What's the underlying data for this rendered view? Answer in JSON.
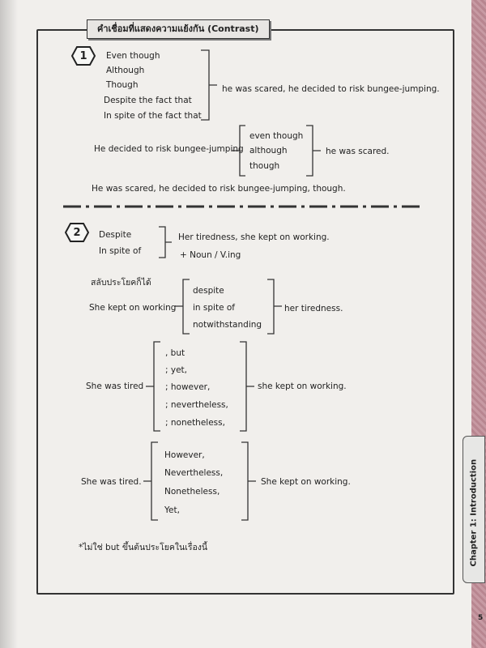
{
  "heading": "คำเชื่อมที่แสดงความแย้งกัน (Contrast)",
  "section1": {
    "number": "1",
    "list": [
      "Even though",
      "Although",
      "Though",
      "Despite the fact that",
      "In spite of the fact that"
    ],
    "result": "he was scared, he decided to risk bungee-jumping.",
    "ex2_left": "He decided to risk bungee-jumping",
    "ex2_list": [
      "even though",
      "although",
      "though"
    ],
    "ex2_right": "he was scared.",
    "ex3": "He was scared, he decided to risk bungee-jumping, though."
  },
  "section2": {
    "number": "2",
    "list": [
      "Despite",
      "In spite of"
    ],
    "line1": "Her tiredness, she kept on working.",
    "line2": "+ Noun / V.ing",
    "swap_note": "สลับประโยคก็ได้",
    "ex1_left": "She kept on working",
    "ex1_list": [
      "despite",
      "in spite of",
      "notwithstanding"
    ],
    "ex1_right": "her tiredness.",
    "ex2_left": "She was tired",
    "ex2_list": [
      ", but",
      "; yet,",
      "; however,",
      "; nevertheless,",
      "; nonetheless,"
    ],
    "ex2_right": "she kept on working.",
    "ex3_left": "She was tired.",
    "ex3_list": [
      "However,",
      "Nevertheless,",
      "Nonetheless,",
      "Yet,"
    ],
    "ex3_right": "She kept on working.",
    "note": "*ไม่ใช่ but ขึ้นต้นประโยคในเรื่องนี้"
  },
  "side_tab": "Chapter 1: Introduction",
  "page_number": "5"
}
